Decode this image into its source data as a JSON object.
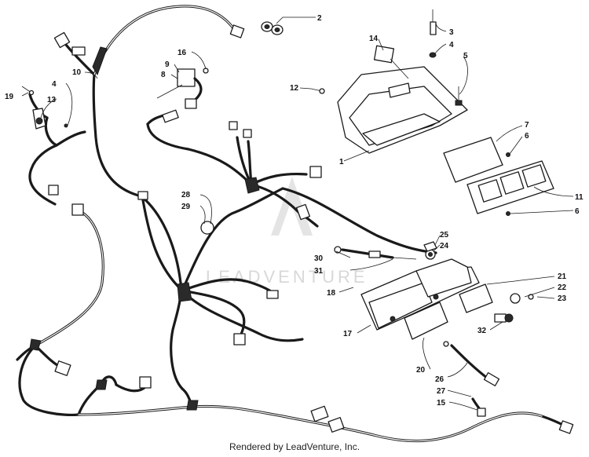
{
  "watermark": "LEADVENTURE",
  "footer": "Rendered by LeadVenture, Inc.",
  "callouts": {
    "c1": "1",
    "c2": "2",
    "c3": "3",
    "c4a": "4",
    "c4b": "4",
    "c5": "5",
    "c6a": "6",
    "c6b": "6",
    "c7": "7",
    "c8": "8",
    "c9": "9",
    "c10": "10",
    "c11": "11",
    "c12": "12",
    "c13": "13",
    "c14": "14",
    "c15": "15",
    "c16": "16",
    "c17": "17",
    "c18": "18",
    "c19": "19",
    "c20": "20",
    "c21": "21",
    "c22": "22",
    "c23": "23",
    "c24": "24",
    "c25": "25",
    "c26": "26",
    "c27": "27",
    "c28": "28",
    "c29": "29",
    "c30": "30",
    "c31": "31",
    "c32": "32"
  }
}
